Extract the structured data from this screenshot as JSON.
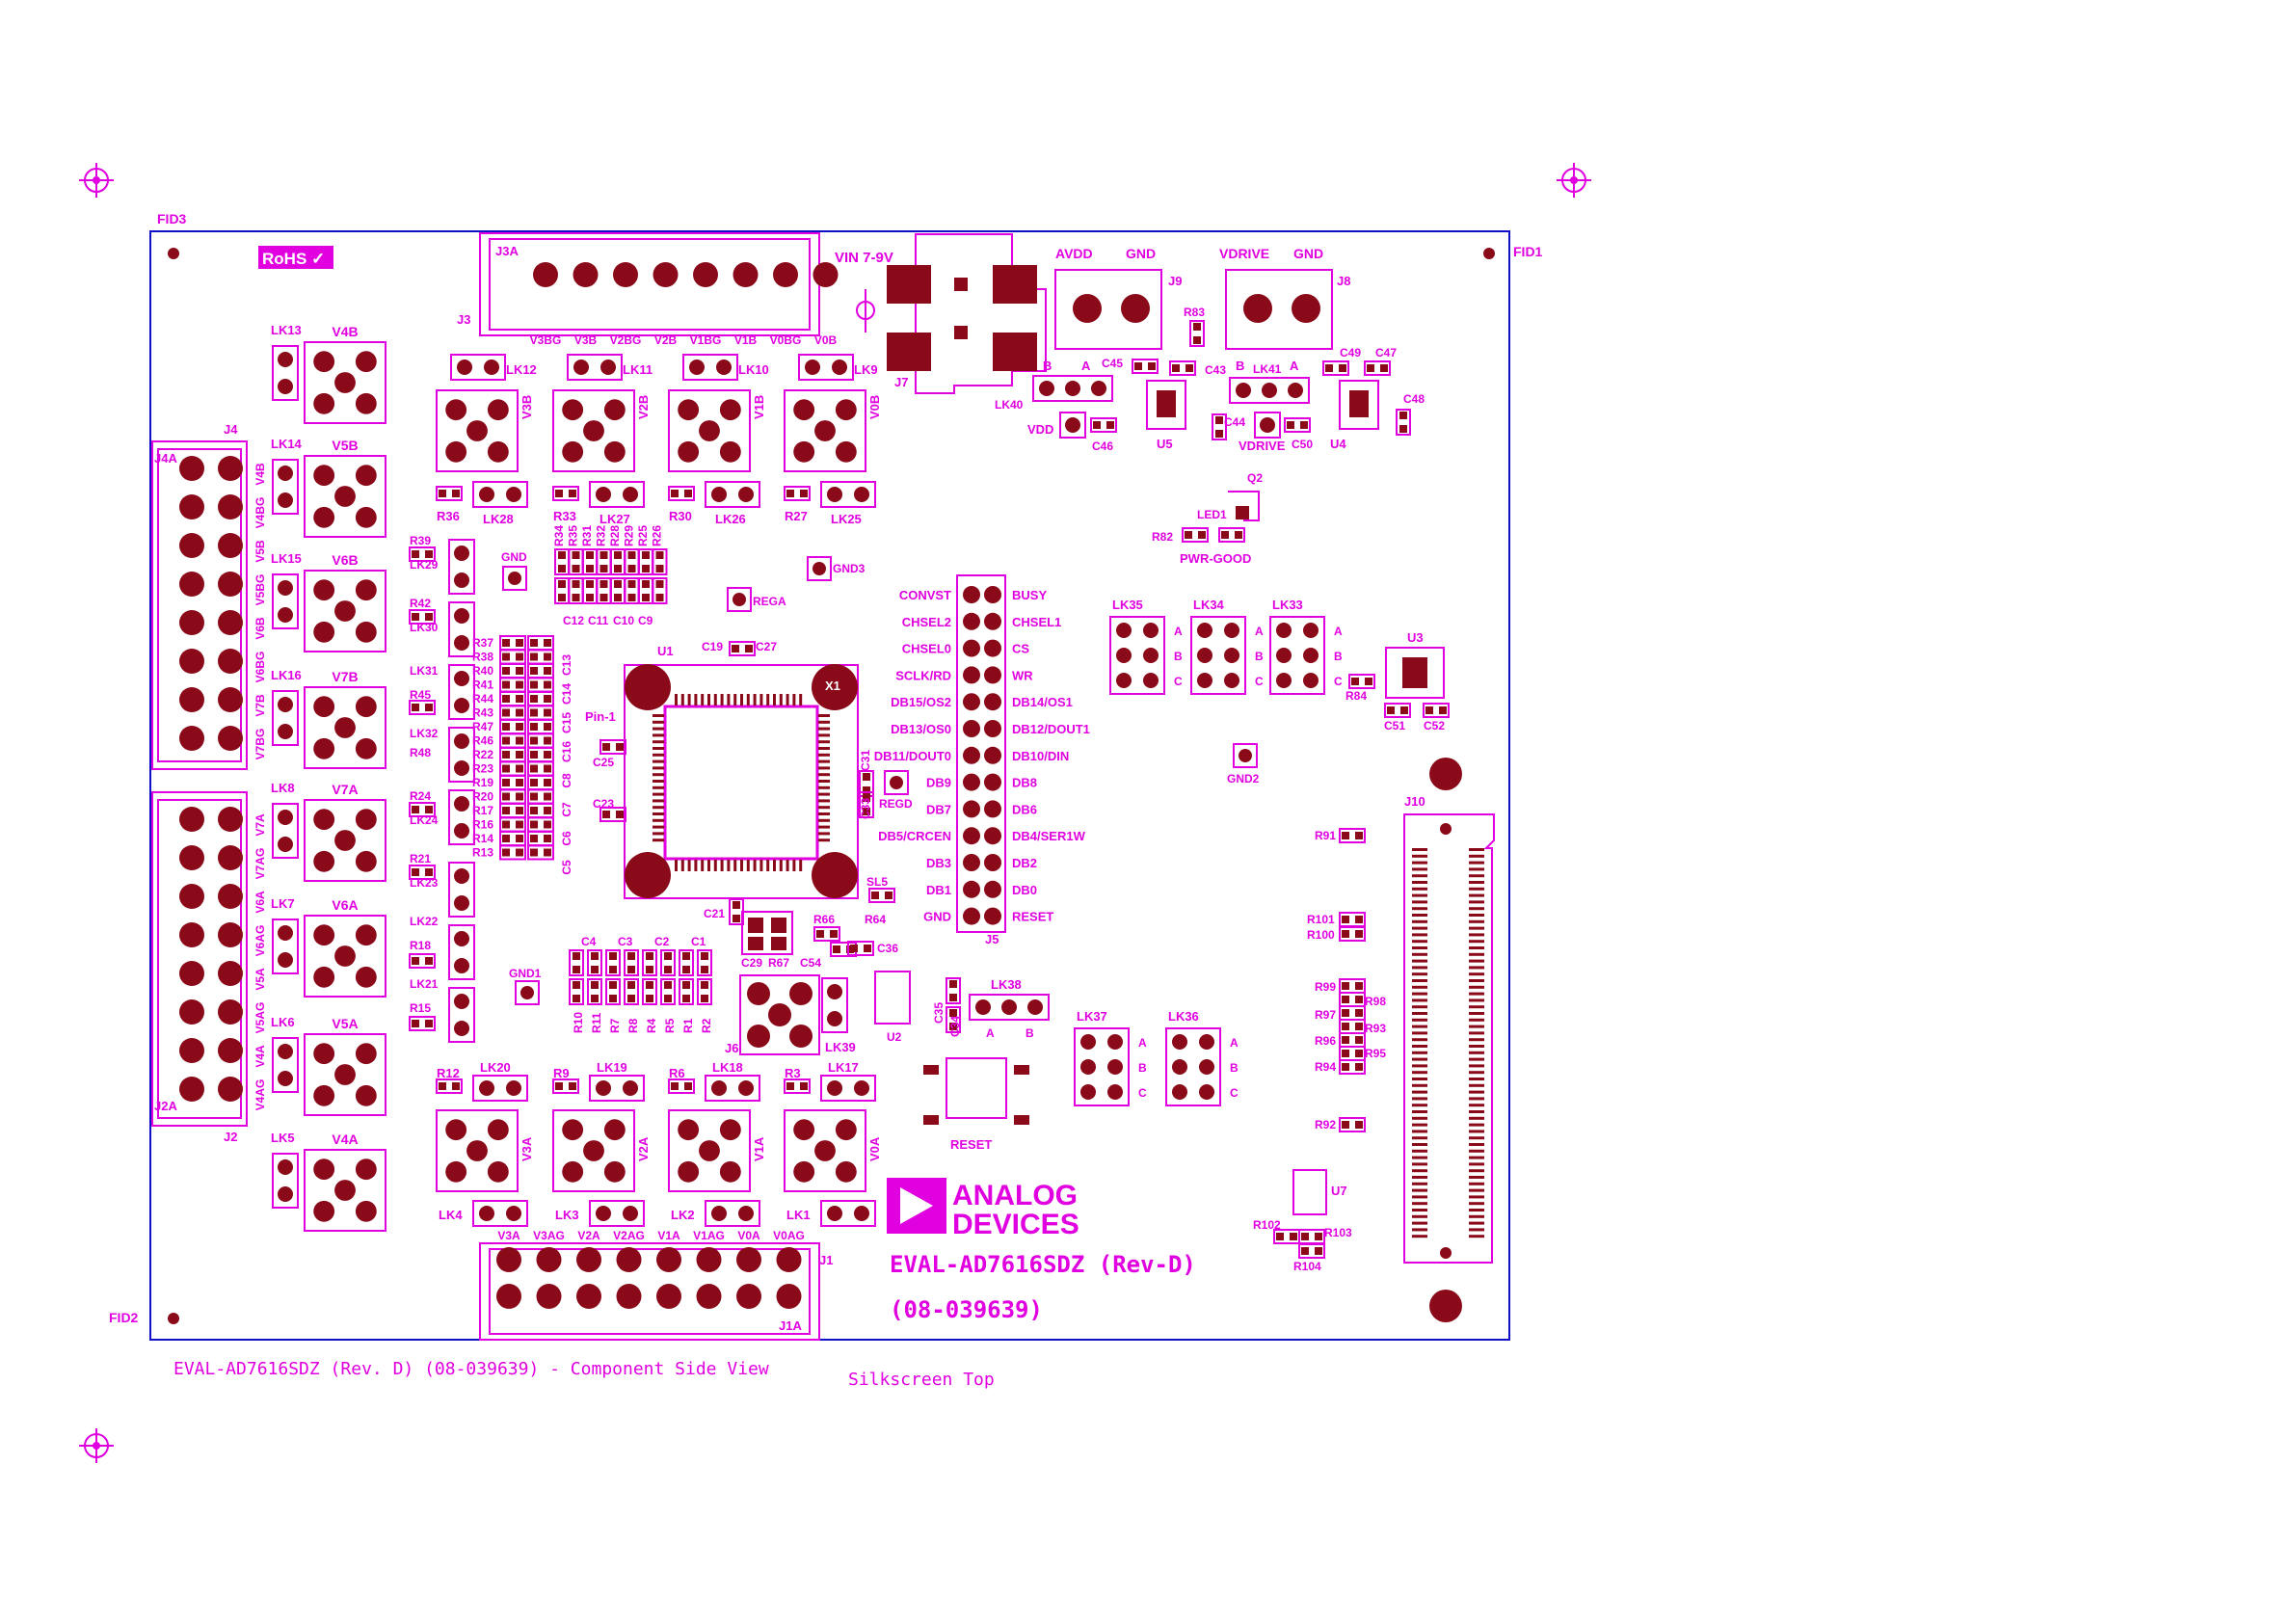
{
  "colors": {
    "silkscreen": "#e000e0",
    "copper": "#8b0a1a",
    "board_outline": "#1010c8",
    "background": "#ffffff"
  },
  "board": {
    "title": "EVAL-AD7616SDZ (Rev-D)",
    "part_number": "(08-039639)",
    "caption": "EVAL-AD7616SDZ (Rev. D) (08-039639) - Component Side View",
    "layer": "Silkscreen Top",
    "rohs": "RoHS ✓",
    "logo_line1": "ANALOG",
    "logo_line2": "DEVICES"
  },
  "fiducials": [
    "FID1",
    "FID2",
    "FID3"
  ],
  "power": {
    "vin": "VIN 7-9V",
    "j7": "J7",
    "j9": "J9",
    "avdd": "AVDD",
    "gnd9": "GND",
    "j8": "J8",
    "vdrive": "VDRIVE",
    "gnd8": "GND",
    "vdd": "VDD",
    "vdrive2": "VDRIVE",
    "pwr_good": "PWR-GOOD",
    "u5": "U5",
    "u4": "U4",
    "q2": "Q2",
    "led1": "LED1",
    "r82": "R82",
    "r83": "R83",
    "lk40": "LK40",
    "lk41": "LK41",
    "c43": "C43",
    "c44": "C44",
    "c45": "C45",
    "c46": "C46",
    "c47": "C47",
    "c48": "C48",
    "c49": "C49",
    "c50": "C50",
    "a": "A",
    "b": "B"
  },
  "j3": {
    "ref": "J3",
    "ref_a": "J3A",
    "pins": [
      "V3BG",
      "V3B",
      "V2BG",
      "V2B",
      "V1BG",
      "V1B",
      "V0BG",
      "V0B"
    ]
  },
  "j1": {
    "ref": "J1",
    "ref_a": "J1A",
    "pins": [
      "V3A",
      "V3AG",
      "V2A",
      "V2AG",
      "V1A",
      "V1AG",
      "V0A",
      "V0AG"
    ]
  },
  "j4": {
    "ref": "J4",
    "ref_a": "J4A",
    "pins": [
      "V4B",
      "V4BG",
      "V5B",
      "V5BG",
      "V6B",
      "V6BG",
      "V7B",
      "V7BG"
    ]
  },
  "j2": {
    "ref": "J2",
    "ref_a": "J2A",
    "pins": [
      "V7A",
      "V7AG",
      "V6A",
      "V6AG",
      "V5A",
      "V5AG",
      "V4A",
      "V4AG"
    ]
  },
  "left_sma": [
    {
      "label": "V4B",
      "link": "LK13"
    },
    {
      "label": "V5B",
      "link": "LK14"
    },
    {
      "label": "V6B",
      "link": "LK15"
    },
    {
      "label": "V7B",
      "link": "LK16"
    },
    {
      "label": "V7A",
      "link": "LK8"
    },
    {
      "label": "V6A",
      "link": "LK7"
    },
    {
      "label": "V5A",
      "link": "LK6"
    },
    {
      "label": "V4A",
      "link": "LK5"
    }
  ],
  "top_sma": [
    {
      "label": "V3B",
      "link": "LK12",
      "r": "R36",
      "lk": "LK28"
    },
    {
      "label": "V2B",
      "link": "LK11",
      "r": "R33",
      "lk": "LK27"
    },
    {
      "label": "V1B",
      "link": "LK10",
      "r": "R30",
      "lk": "LK26"
    },
    {
      "label": "V0B",
      "link": "LK9",
      "r": "R27",
      "lk": "LK25"
    }
  ],
  "bottom_sma": [
    {
      "label": "V3A",
      "link": "LK4",
      "r": "R12",
      "lk": "LK20"
    },
    {
      "label": "V2A",
      "link": "LK3",
      "r": "R9",
      "lk": "LK19"
    },
    {
      "label": "V1A",
      "link": "LK2",
      "r": "R6",
      "lk": "LK18"
    },
    {
      "label": "V0A",
      "link": "LK1",
      "r": "R3",
      "lk": "LK17"
    }
  ],
  "rc_column_labels": [
    "R39",
    "LK29",
    "R42",
    "LK30",
    "LK31",
    "R45",
    "LK32",
    "R48",
    "R24",
    "LK24",
    "R21",
    "LK23",
    "LK22",
    "R18",
    "LK21",
    "R15"
  ],
  "r_column_labels": [
    "R37",
    "R38",
    "R40",
    "R41",
    "R44",
    "R43",
    "R47",
    "R46",
    "R22",
    "R23",
    "R19",
    "R20",
    "R17",
    "R16",
    "R14",
    "R13"
  ],
  "c_column_labels": [
    "C13",
    "C14",
    "C15",
    "C16",
    "C8",
    "C7",
    "C6",
    "C5"
  ],
  "top_r_labels": [
    "R34",
    "R35",
    "R31",
    "R32",
    "R28",
    "R29",
    "R25",
    "R26"
  ],
  "top_c_labels": [
    "C12",
    "C11",
    "C10",
    "C9"
  ],
  "bottom_c_labels": [
    "C4",
    "C3",
    "C2",
    "C1"
  ],
  "bottom_r_labels": [
    "R10",
    "R11",
    "R7",
    "R8",
    "R4",
    "R5",
    "R1",
    "R2"
  ],
  "adc": {
    "u1": "U1",
    "x1": "X1",
    "pin1": "Pin-1",
    "c19": "C19",
    "c27": "C27",
    "c25": "C25",
    "c23": "C23",
    "c21": "C21",
    "c31": "C31",
    "c33": "C33",
    "regd": "REGD",
    "rega": "REGA",
    "gnd": "GND",
    "gnd1": "GND1",
    "gnd2": "GND2",
    "gnd3": "GND3"
  },
  "j5": {
    "ref": "J5",
    "left": [
      "CONVST",
      "CHSEL2",
      "CHSEL0",
      "SCLK/RD",
      "DB15/OS2",
      "DB13/OS0",
      "DB11/DOUT0",
      "DB9",
      "DB7",
      "DB5/CRCEN",
      "DB3",
      "DB1",
      "GND"
    ],
    "right": [
      "BUSY",
      "CHSEL1",
      "CS",
      "WR",
      "DB14/OS1",
      "DB12/DOUT1",
      "DB10/DIN",
      "DB8",
      "DB6",
      "DB4/SER1W",
      "DB2",
      "DB0",
      "RESET"
    ]
  },
  "links_abc": [
    {
      "ref": "LK35"
    },
    {
      "ref": "LK34"
    },
    {
      "ref": "LK33"
    },
    {
      "ref": "LK37"
    },
    {
      "ref": "LK36"
    }
  ],
  "abc": [
    "A",
    "B",
    "C"
  ],
  "misc": {
    "u3": "U3",
    "r84": "R84",
    "c51": "C51",
    "c52": "C52",
    "sl5": "SL5",
    "r64": "R64",
    "r66": "R66",
    "r67": "R67",
    "c29": "C29",
    "c54": "C54",
    "c36": "C36",
    "c35": "C35",
    "c34": "C34",
    "u2": "U2",
    "lk38": "LK38",
    "lk39": "LK39",
    "j6": "J6",
    "reset": "RESET",
    "j10": "J10",
    "u7": "U7",
    "r91": "R91",
    "r101": "R101",
    "r100": "R100",
    "r99": "R99",
    "r98": "R98",
    "r97": "R97",
    "r93": "R93",
    "r96": "R96",
    "r95": "R95",
    "r94": "R94",
    "r92": "R92",
    "r102": "R102",
    "r103": "R103",
    "r104": "R104"
  }
}
